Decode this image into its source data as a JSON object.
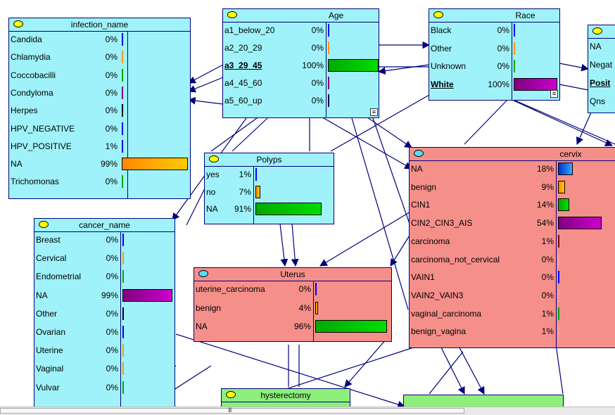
{
  "colors": {
    "node_cyan": "#9ff2f9",
    "node_red": "#f58f8a",
    "node_green": "#8cf07a",
    "border": "#00007b"
  },
  "nodes": {
    "infection_name": {
      "title": "infection_name",
      "states": [
        {
          "label": "Candida",
          "pct": "0%",
          "value": 0
        },
        {
          "label": "Chlamydia",
          "pct": "0%",
          "value": 0
        },
        {
          "label": "Coccobacilli",
          "pct": "0%",
          "value": 0
        },
        {
          "label": "Condyloma",
          "pct": "0%",
          "value": 0
        },
        {
          "label": "Herpes",
          "pct": "0%",
          "value": 0
        },
        {
          "label": "HPV_NEGATIVE",
          "pct": "0%",
          "value": 0
        },
        {
          "label": "HPV_POSITIVE",
          "pct": "1%",
          "value": 1
        },
        {
          "label": "NA",
          "pct": "99%",
          "value": 99
        },
        {
          "label": "Trichomonas",
          "pct": "0%",
          "value": 0
        }
      ]
    },
    "age": {
      "title": "Age",
      "states": [
        {
          "label": "a1_below_20",
          "pct": "0%",
          "value": 0
        },
        {
          "label": "a2_20_29",
          "pct": "0%",
          "value": 0
        },
        {
          "label": "a3_29_45",
          "pct": "100%",
          "value": 100,
          "selected": true
        },
        {
          "label": "a4_45_60",
          "pct": "0%",
          "value": 0
        },
        {
          "label": "a5_60_up",
          "pct": "0%",
          "value": 0
        }
      ]
    },
    "race": {
      "title": "Race",
      "states": [
        {
          "label": "Black",
          "pct": "0%",
          "value": 0
        },
        {
          "label": "Other",
          "pct": "0%",
          "value": 0
        },
        {
          "label": "Unknown",
          "pct": "0%",
          "value": 0
        },
        {
          "label": "White",
          "pct": "100%",
          "value": 100,
          "selected": true
        }
      ]
    },
    "partial": {
      "title": "",
      "states": [
        {
          "label": "NA"
        },
        {
          "label": "Negat"
        },
        {
          "label": "Posit",
          "selected": true
        },
        {
          "label": "Qns"
        }
      ]
    },
    "polyps": {
      "title": "Polyps",
      "states": [
        {
          "label": "yes",
          "pct": "1%",
          "value": 1
        },
        {
          "label": "no",
          "pct": "7%",
          "value": 7
        },
        {
          "label": "NA",
          "pct": "91%",
          "value": 91
        }
      ]
    },
    "cervix": {
      "title": "cervix",
      "states": [
        {
          "label": "NA",
          "pct": "18%",
          "value": 18
        },
        {
          "label": "benign",
          "pct": "9%",
          "value": 9
        },
        {
          "label": "CIN1",
          "pct": "14%",
          "value": 14
        },
        {
          "label": "CIN2_CIN3_AIS",
          "pct": "54%",
          "value": 54
        },
        {
          "label": "carcinoma",
          "pct": "1%",
          "value": 1
        },
        {
          "label": "carcinoma_not_cervical",
          "pct": "0%",
          "value": 0
        },
        {
          "label": "VAIN1",
          "pct": "0%",
          "value": 0
        },
        {
          "label": "VAIN2_VAIN3",
          "pct": "0%",
          "value": 0
        },
        {
          "label": "vaginal_carcinoma",
          "pct": "1%",
          "value": 1
        },
        {
          "label": "benign_vagina",
          "pct": "1%",
          "value": 1
        }
      ]
    },
    "cancer_name": {
      "title": "cancer_name",
      "states": [
        {
          "label": "Breast",
          "pct": "0%",
          "value": 0
        },
        {
          "label": "Cervical",
          "pct": "0%",
          "value": 0
        },
        {
          "label": "Endometrial",
          "pct": "0%",
          "value": 0
        },
        {
          "label": "NA",
          "pct": "99%",
          "value": 99
        },
        {
          "label": "Other",
          "pct": "0%",
          "value": 0
        },
        {
          "label": "Ovarian",
          "pct": "0%",
          "value": 0
        },
        {
          "label": "Uterine",
          "pct": "0%",
          "value": 0
        },
        {
          "label": "Vaginal",
          "pct": "0%",
          "value": 0
        },
        {
          "label": "Vulvar",
          "pct": "0%",
          "value": 0
        }
      ]
    },
    "uterus": {
      "title": "Uterus",
      "states": [
        {
          "label": "uterine_carcinoma",
          "pct": "0%",
          "value": 0
        },
        {
          "label": "benign",
          "pct": "4%",
          "value": 4
        },
        {
          "label": "NA",
          "pct": "96%",
          "value": 96
        }
      ]
    },
    "hysterectomy": {
      "title": "hysterectomy"
    },
    "unnamed_bottom": {
      "title": ""
    }
  },
  "icons": {
    "node_status": "ellipse-icon",
    "expand": "expand-icon"
  },
  "scrollbar": {
    "grip": "III"
  }
}
